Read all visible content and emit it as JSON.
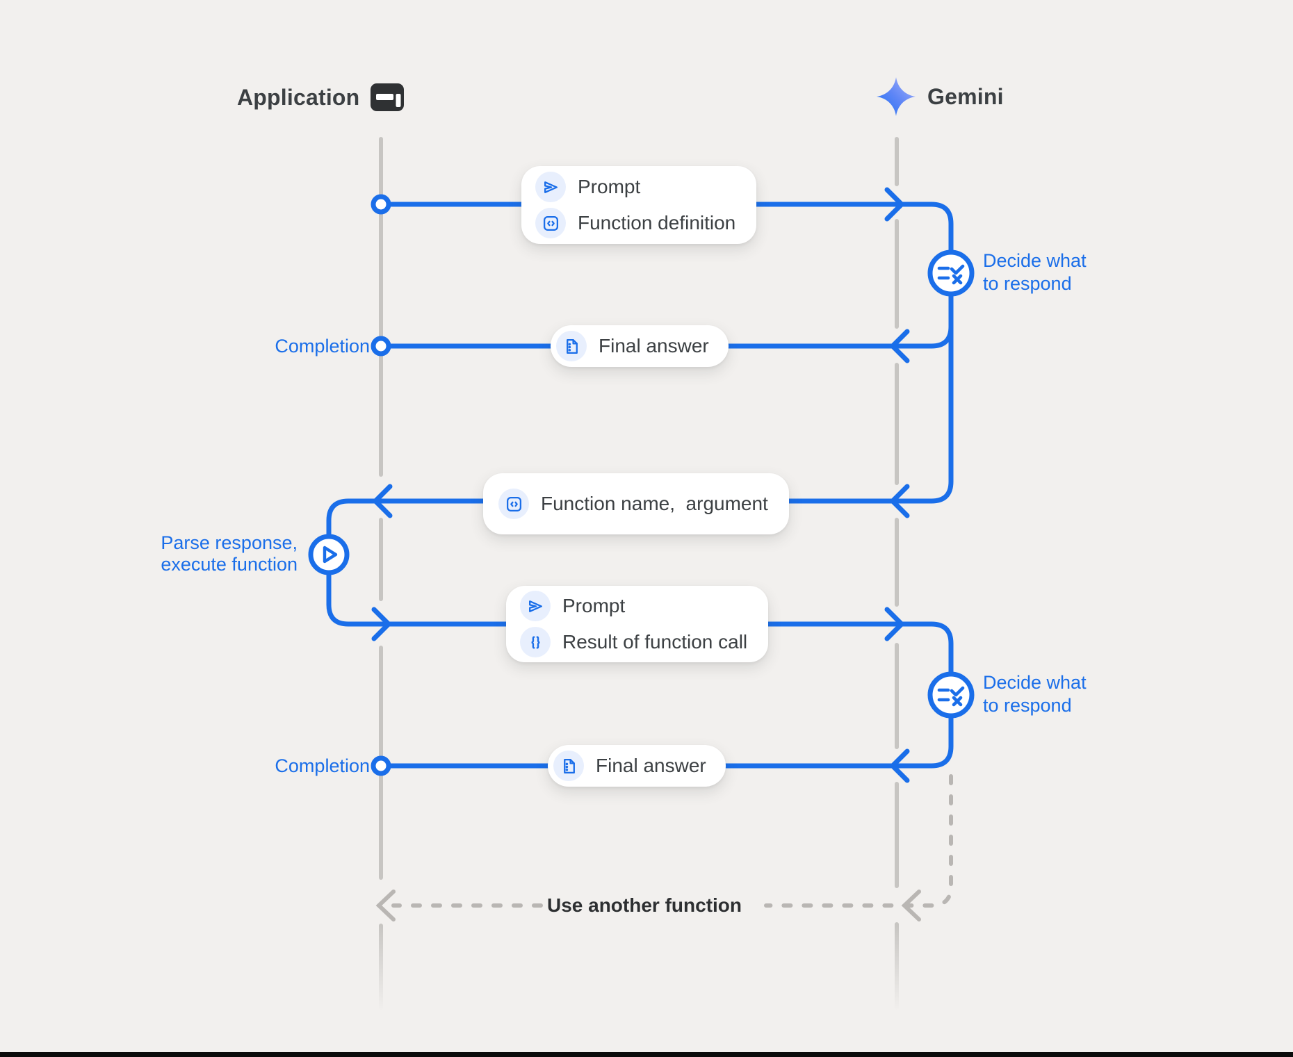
{
  "actors": {
    "application": {
      "label": "Application",
      "icon": "browser-window-icon"
    },
    "gemini": {
      "label": "Gemini",
      "icon": "gemini-sparkle-icon"
    }
  },
  "messages": {
    "prompt_function_definition": {
      "rows": [
        {
          "icon": "send-icon",
          "label": "Prompt"
        },
        {
          "icon": "code-block-icon",
          "label": "Function definition"
        }
      ]
    },
    "final_answer_1": {
      "icon": "document-icon",
      "label": "Final answer"
    },
    "function_name_argument": {
      "icon": "code-block-icon",
      "label": "Function name,  argument"
    },
    "prompt_result": {
      "rows": [
        {
          "icon": "send-icon",
          "label": "Prompt"
        },
        {
          "icon": "braces-icon",
          "label": "Result of function call"
        }
      ]
    },
    "final_answer_2": {
      "icon": "document-icon",
      "label": "Final answer"
    }
  },
  "annotations": {
    "completion_1": "Completion",
    "completion_2": "Completion",
    "decide_1": {
      "line1": "Decide what",
      "line2": "to respond"
    },
    "decide_2": {
      "line1": "Decide what",
      "line2": "to respond"
    },
    "parse": {
      "line1": "Parse response,",
      "line2": "execute function"
    },
    "use_another_function": "Use another function"
  },
  "colors": {
    "background": "#f2f0ee",
    "flow_blue": "#1a6ee9",
    "icon_chip_bg": "#e8effd",
    "lifeline_gray": "#c7c5c2",
    "dashed_gray": "#b9b6b3",
    "text_dark": "#3c4043"
  }
}
